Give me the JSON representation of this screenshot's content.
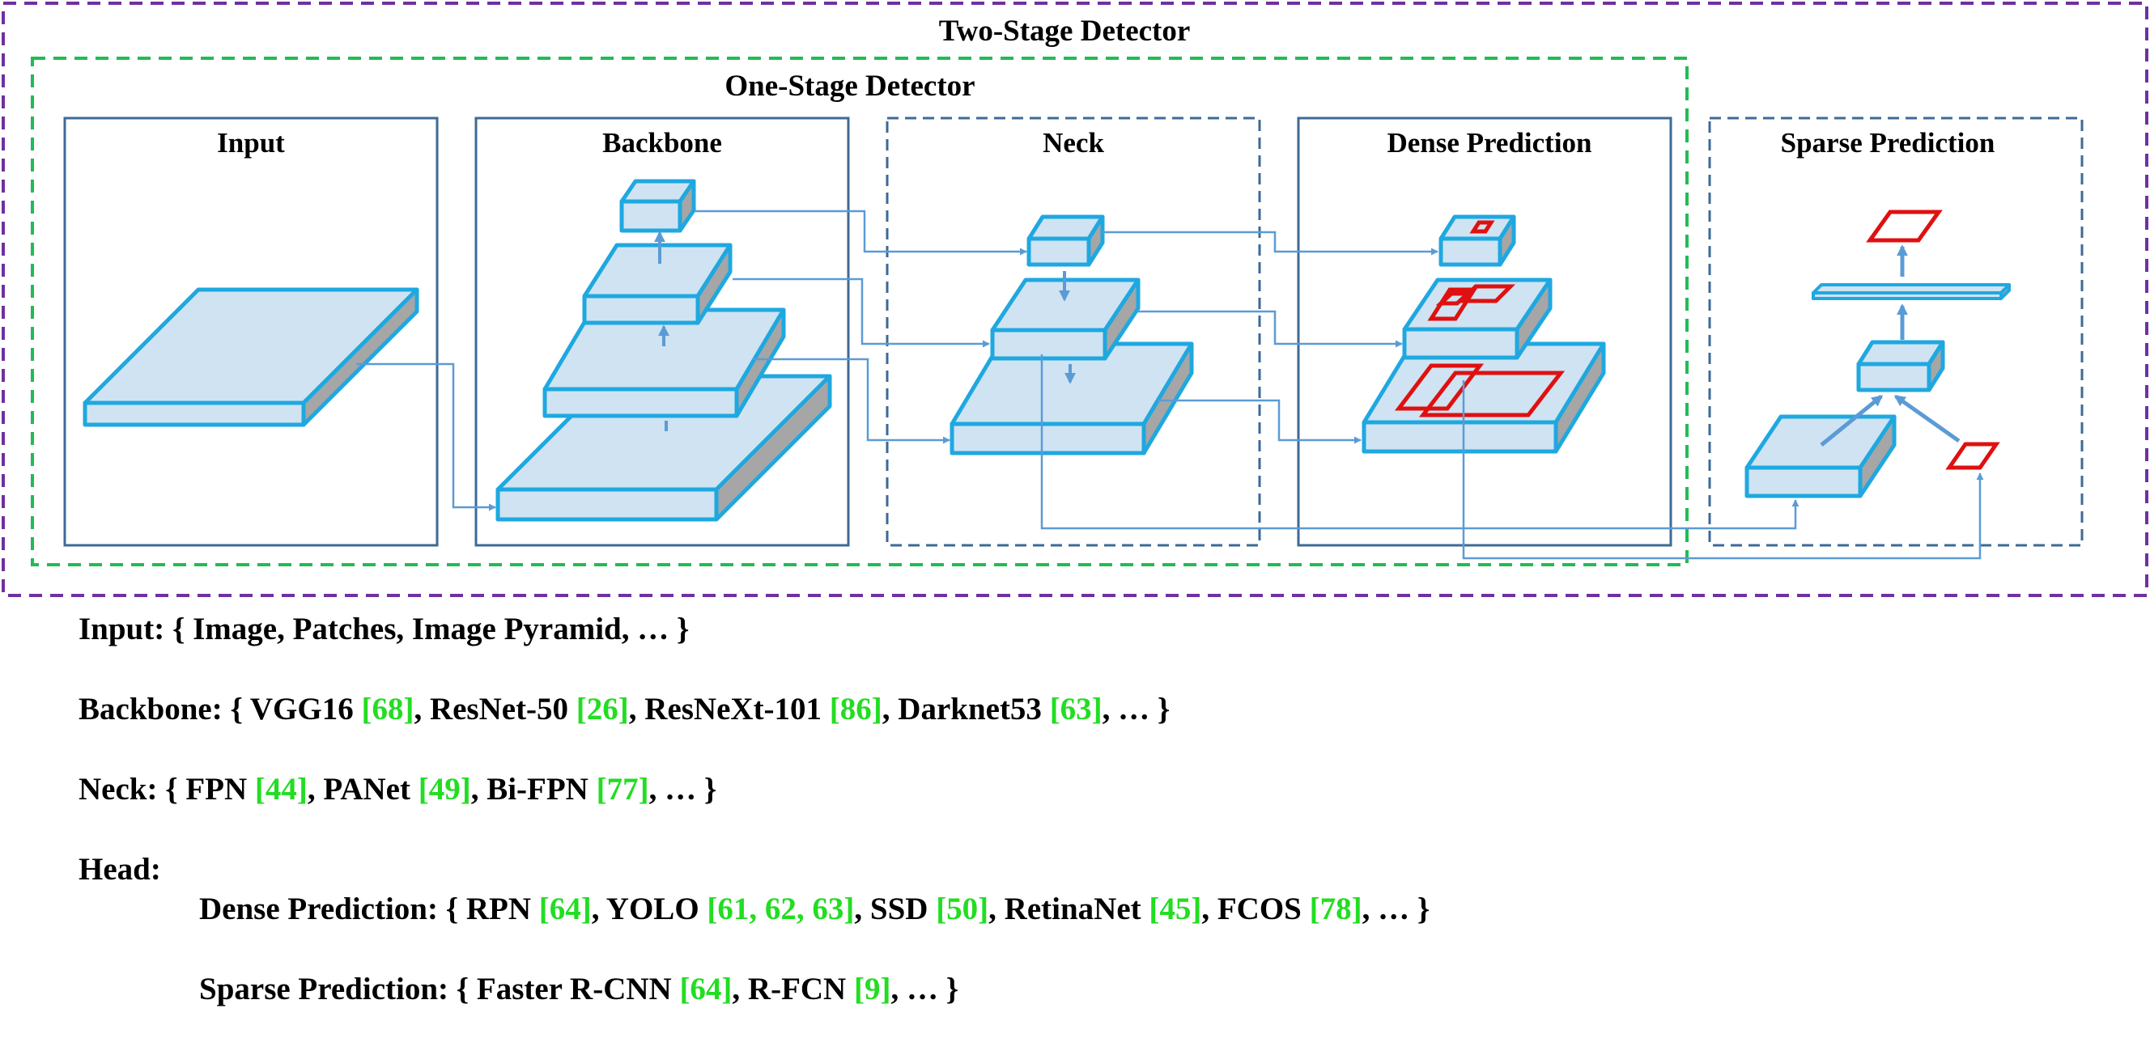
{
  "diagram": {
    "two_stage_title": "Two-Stage Detector",
    "one_stage_title": "One-Stage Detector",
    "panels": {
      "input": "Input",
      "backbone": "Backbone",
      "neck": "Neck",
      "dense": "Dense Prediction",
      "sparse": "Sparse Prediction"
    },
    "colors": {
      "two_stage_border": "#7030a0",
      "one_stage_border": "#22bb55",
      "panel_border": "#3d6a96",
      "block_fill": "#cfe3f2",
      "block_edge": "#1fa8e0",
      "block_side": "#a6a6a6",
      "arrow": "#5b9bd5",
      "box": "#e01010",
      "reference": "#22dd22"
    }
  },
  "legend_lines": {
    "input": {
      "label": "Input:",
      "text": "{ Image, Patches, Image Pyramid, … }"
    },
    "backbone": {
      "label": "Backbone:",
      "p1": "{ VGG16 ",
      "r1": "[68]",
      "p2": ", ResNet-50 ",
      "r2": "[26]",
      "p3": ", ResNeXt-101 ",
      "r3": "[86]",
      "p4": ", Darknet53 ",
      "r4": "[63]",
      "p5": ", … }"
    },
    "neck": {
      "label": "Neck:",
      "p1": "{ FPN ",
      "r1": "[44]",
      "p2": ", PANet ",
      "r2": "[49]",
      "p3": ", Bi-FPN ",
      "r3": "[77]",
      "p4": ", … }"
    },
    "head": {
      "label": "Head:"
    },
    "dense": {
      "label": "Dense Prediction:",
      "p1": "{ RPN ",
      "r1": "[64]",
      "p2": ", YOLO ",
      "r2": "[61, 62, 63]",
      "p3": ", SSD ",
      "r3": "[50]",
      "p4": ", RetinaNet ",
      "r4": "[45]",
      "p5": ", FCOS ",
      "r5": "[78]",
      "p6": ", … }"
    },
    "sparse": {
      "label": "Sparse Prediction:",
      "p1": "{ Faster R-CNN ",
      "r1": "[64]",
      "p2": ",  R-FCN ",
      "r2": "[9]",
      "p3": ", … }"
    }
  }
}
